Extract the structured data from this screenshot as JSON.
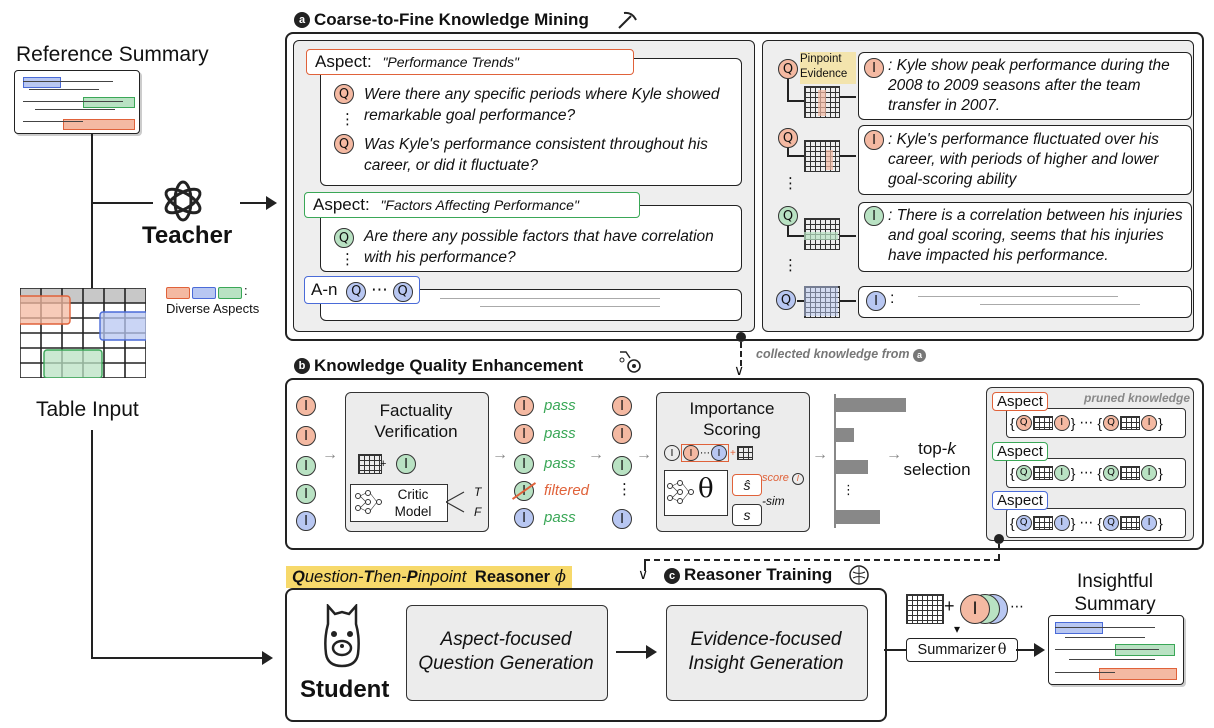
{
  "left": {
    "reference_summary": "Reference Summary",
    "table_input": "Table Input",
    "diverse_aspects": "Diverse Aspects",
    "teacher": "Teacher",
    "colon": ":"
  },
  "sectionA": {
    "badge": "a",
    "title": "Coarse-to-Fine Knowledge Mining",
    "aspect_word": "Aspect:",
    "aspect1_name": "\"Performance Trends\"",
    "aspect1_q1": "Were there any specific periods where Kyle showed remarkable goal performance?",
    "aspect1_q2": "Was Kyle's performance consistent throughout his career, or did it fluctuate?",
    "aspect2_name": "\"Factors Affecting Performance\"",
    "aspect2_q1": "Are there any possible factors that have correlation with his performance?",
    "an_label": "A-n",
    "q_letter": "Q",
    "i_letter": "I",
    "ellipsis": "⋯",
    "vdots": "⋮",
    "pinpoint": "Pinpoint Evidence",
    "insight1": ": Kyle show peak performance during the 2008 to 2009 seasons after the team transfer in 2007.",
    "insight2": ": Kyle's performance fluctuated over his career, with periods of higher and lower goal-scoring ability",
    "insight3": ": There is a correlation between his injuries and goal scoring, seems that his injuries have impacted his performance.",
    "insight4": ":"
  },
  "collected": {
    "text": "collected knowledge from",
    "badge": "a"
  },
  "sectionB": {
    "badge": "b",
    "title": "Knowledge Quality Enhancement",
    "factuality": "Factuality Verification",
    "critic": "Critic Model",
    "t": "T",
    "f": "F",
    "pass": "pass",
    "filtered": "filtered",
    "importance": "Importance Scoring",
    "theta": "θ",
    "s_hat": "ŝ",
    "s": "s",
    "score": "score",
    "sim": "-sim",
    "topk_a": "top-",
    "topk_k": "k",
    "topk_b": "selection",
    "pruned": "pruned knowledge",
    "aspect": "Aspect"
  },
  "sectionC": {
    "badge": "c",
    "title": "Reasoner Training",
    "reasoner_q": "Q",
    "reasoner_q_rest": "uestion-",
    "reasoner_t": "T",
    "reasoner_t_rest": "hen-",
    "reasoner_p": "P",
    "reasoner_p_rest": "inpoint",
    "reasoner_word": "Reasoner",
    "reasoner_phi": "ϕ",
    "student": "Student",
    "aqg": "Aspect-focused Question Generation",
    "eig": "Evidence-focused Insight Generation",
    "summarizer": "Summarizer",
    "theta": "θ",
    "insightful": "Insightful Summary",
    "plus": "+"
  },
  "colors": {
    "orange": "#f4b9a2",
    "green": "#b9e2c3",
    "blue": "#b8c7f2",
    "orange_border": "#e0623a",
    "green_border": "#3aa757",
    "blue_border": "#4a6bd8",
    "highlight": "#f7d96b"
  }
}
